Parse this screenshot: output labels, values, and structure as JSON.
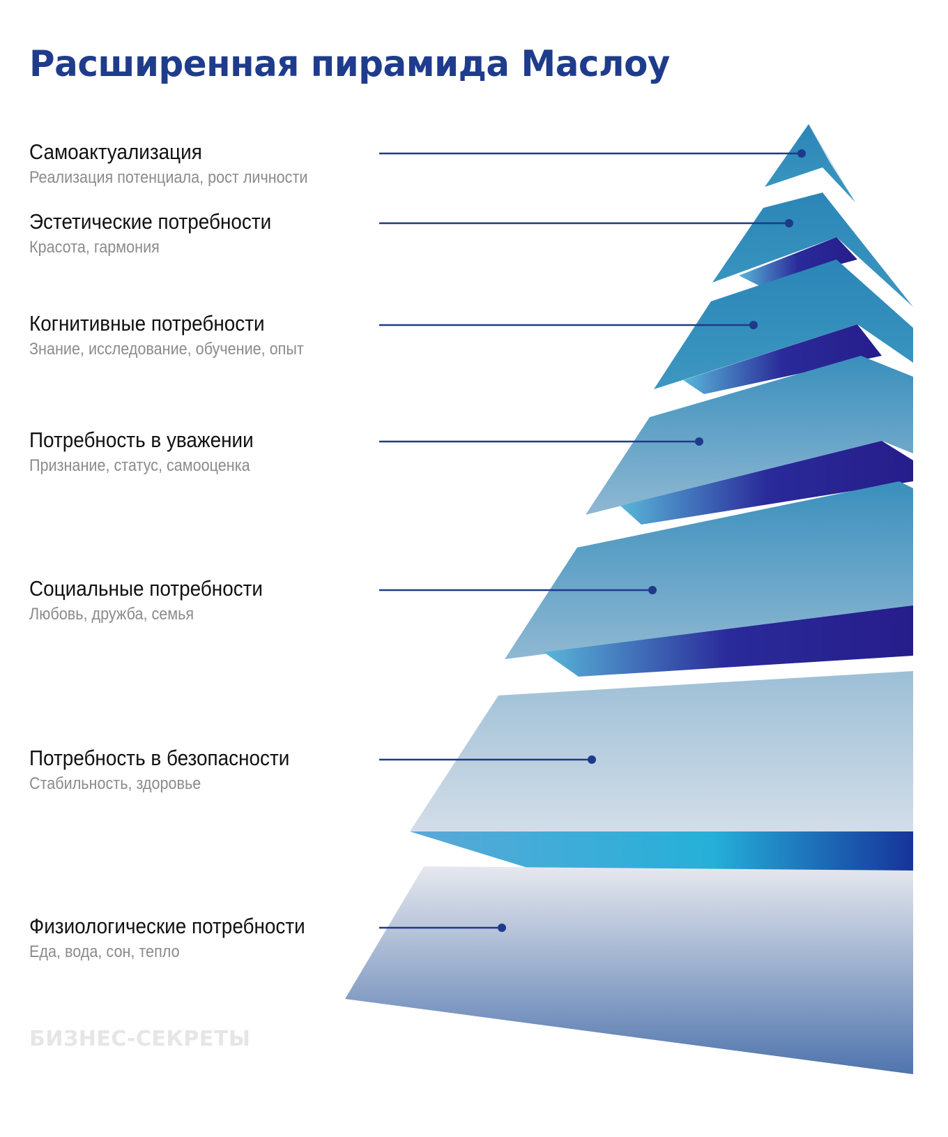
{
  "title": "Расширенная пирамида Маслоу",
  "levels": [
    {
      "name": "Самоактуализация",
      "description": "Реализация потенциала, рост личности"
    },
    {
      "name": "Эстетические потребности",
      "description": "Красота, гармония"
    },
    {
      "name": "Когнитивные потребности",
      "description": "Знание, исследование, обучение, опыт"
    },
    {
      "name": "Потребность в уважении",
      "description": "Признание, статус, самооценка"
    },
    {
      "name": "Социальные потребности",
      "description": "Любовь, дружба, семья"
    },
    {
      "name": "Потребность в безопасности",
      "description": "Стабильность, здоровье"
    },
    {
      "name": "Физиологические потребности",
      "description": "Еда, вода, сон, тепло"
    }
  ],
  "logo": "БИЗНЕС-СЕКРЕТЫ",
  "colors": {
    "title": "#1f3c8c",
    "connector": "#1e3a8a",
    "tier_top": "#2a86b5",
    "tier_bottom": "#c9d9e8",
    "band": "#2a2a9a"
  }
}
